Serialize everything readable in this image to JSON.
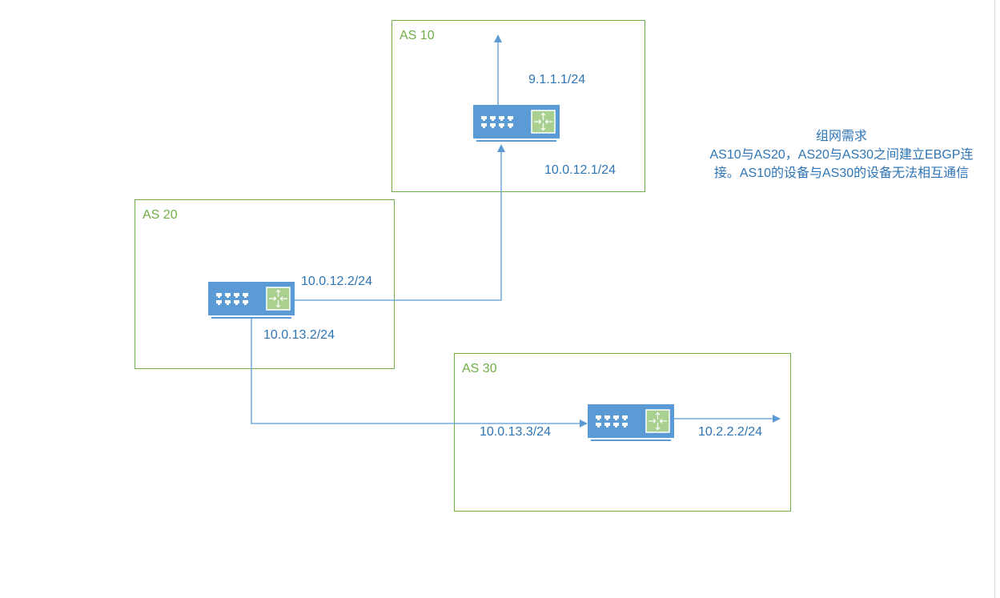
{
  "colors": {
    "box_border": "#70ad47",
    "label": "#70ad47",
    "wire": "#5b9bd5",
    "text": "#2e75b6",
    "router_body": "#5b9bd5",
    "router_panel": "#a9d08e"
  },
  "autonomous_systems": [
    {
      "id": "as10",
      "label": "AS 10"
    },
    {
      "id": "as20",
      "label": "AS 20"
    },
    {
      "id": "as30",
      "label": "AS 30"
    }
  ],
  "routers": [
    {
      "id": "r1",
      "icon": "router-icon",
      "as": "as10"
    },
    {
      "id": "r2",
      "icon": "router-icon",
      "as": "as20"
    },
    {
      "id": "r3",
      "icon": "router-icon",
      "as": "as30"
    }
  ],
  "interfaces": {
    "r1_uplink": "9.1.1.1/24",
    "r1_to_r2": "10.0.12.1/24",
    "r2_to_r1": "10.0.12.2/24",
    "r2_to_r3": "10.0.13.2/24",
    "r3_to_r2": "10.0.13.3/24",
    "r3_uplink": "10.2.2.2/24"
  },
  "requirements": {
    "title": "组网需求",
    "line1": "AS10与AS20，AS20与AS30之间建立EBGP连",
    "line2": "接。AS10的设备与AS30的设备无法相互通信"
  }
}
